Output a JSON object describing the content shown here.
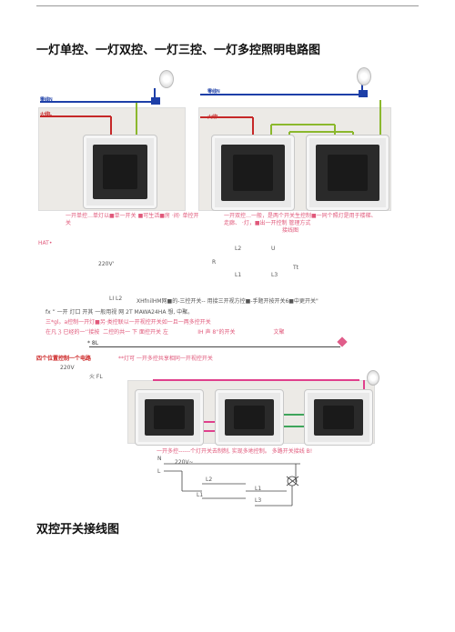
{
  "heading_main": "一灯单控、一灯双控、一灯三控、一灯多控照明电路图",
  "heading_sub": "双控开关接线图",
  "diagram1": {
    "label_zero": "零线N",
    "label_fire": "火线L",
    "caption": "一开单控…单灯以■单一开关 ■可生活■房 ·间· 单控开关"
  },
  "diagram2": {
    "label_zero": "零线N",
    "label_fire": "火线L",
    "caption": "一开双控…一般，是两个开关生控制■一同个照灯是用于楼梯、走廊、 ·灯，■出一开控制 管理方式",
    "caption_end": "接线图"
  },
  "schematic_small": {
    "left_label": "HAT•",
    "voltage": "220V'",
    "l2": "L2",
    "u": "U",
    "r": "R",
    "tt": "Tt",
    "l1": "L1",
    "l3": "L3"
  },
  "notes": {
    "line1a": "LI L2",
    "line1b": "XHfnilHM网■的-三控开关-- 用接三开视方控■-手题开按开关6■中更开关\"",
    "line2": "fx ” 一开 灯口 开其 一般用视 网 2T MAWA24HA 想, 中聚。",
    "line3": "三*gl。a控制一开灯■另·类控联以一开视控开关如一且一两多控开关",
    "line4": "在凡 ℨ 已经的一‘’接按  二控的共一 下 面控开关 左                 IH 声 8''的开关                      文聚",
    "mark_left": "* 8L",
    "heading_four": "四个位置控制一个电路",
    "heading_four_note": "**灯可 一开多控共享相同一开视控开关",
    "voltage": "220V",
    "fire": "火 FL"
  },
  "diagram3": {
    "caption": "一开多控------个灯开关去制制, 实现多地控制。 多路开关接线 B!"
  },
  "schematic_bottom": {
    "n": "N",
    "l": "L",
    "voltage": "220V~",
    "l1": "L1",
    "l2": "L2",
    "l1b": "L1",
    "l3": "L3"
  }
}
